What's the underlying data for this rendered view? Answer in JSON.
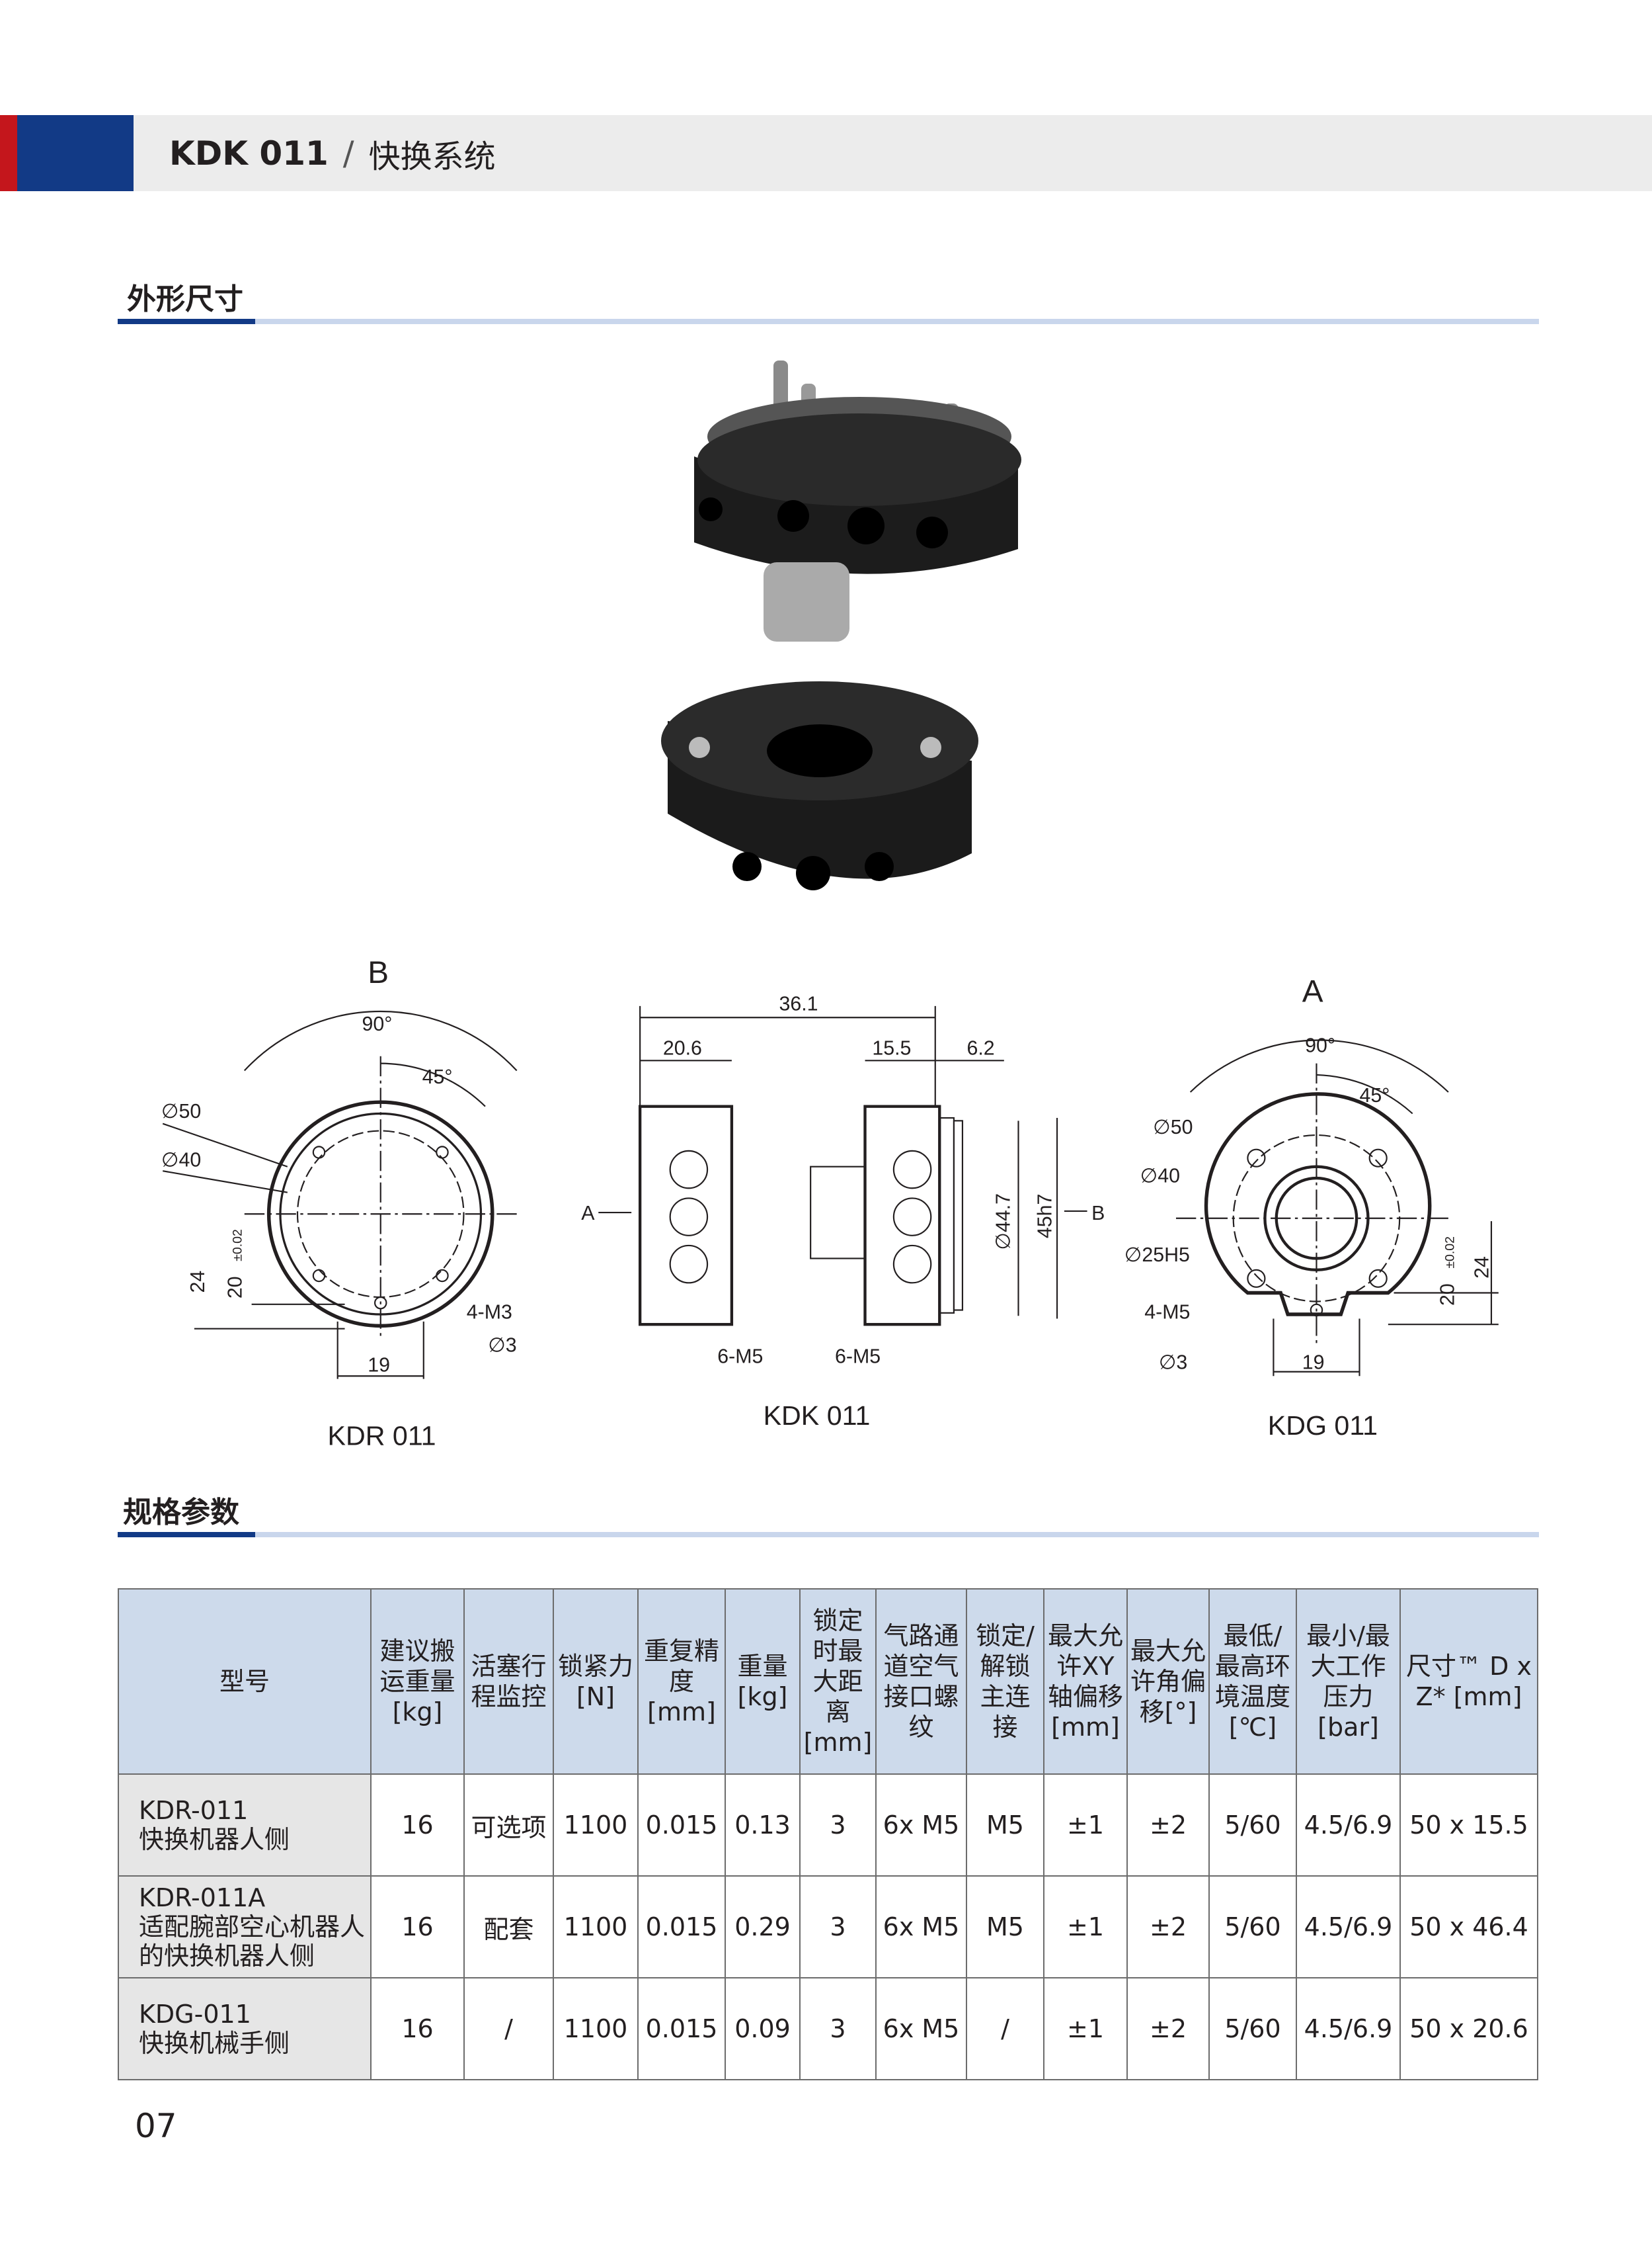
{
  "header": {
    "product": "KDK 011",
    "separator": "/",
    "subtitle": "快换系统"
  },
  "sections": {
    "dimensions": "外形尺寸",
    "specs": "规格参数"
  },
  "drawings": {
    "kdr": {
      "view": "B",
      "name": "KDR 011",
      "d50": "∅50",
      "d40": "∅40",
      "ang90": "90°",
      "ang45": "45°",
      "h24": "24",
      "h20": "20",
      "tol": "±0.02",
      "m3": "4-M3",
      "d3": "∅3",
      "w19": "19"
    },
    "kdk": {
      "name": "KDK 011",
      "total": "36.1",
      "w1": "20.6",
      "w2": "15.5",
      "w3": "6.2",
      "d447": "∅44.7",
      "h45": "45h7",
      "arrowA": "A",
      "arrowB": "B",
      "m5a": "6-M5",
      "m5b": "6-M5"
    },
    "kdg": {
      "view": "A",
      "name": "KDG 011",
      "d50": "∅50",
      "d40": "∅40",
      "d25": "∅25H5",
      "ang90": "90°",
      "ang45": "45°",
      "h24": "24",
      "h20": "20",
      "tol": "±0.02",
      "m5": "4-M5",
      "d3": "∅3",
      "w19": "19"
    }
  },
  "table": {
    "headers": [
      "型号",
      "建议搬运重量[kg]",
      "活塞行程监控",
      "锁紧力[N]",
      "重复精度[mm]",
      "重量[kg]",
      "锁定时最大距离[mm]",
      "气路通道空气接口螺纹",
      "锁定/解锁主连接",
      "最大允许XY轴偏移[mm]",
      "最大允许角偏移[°]",
      "最低/最高环境温度[℃]",
      "最小/最大工作压力[bar]",
      "尺寸™ D x Z* [mm]"
    ],
    "rows": [
      {
        "model": "KDR-011",
        "desc": "快换机器人侧",
        "cells": [
          "16",
          "可选项",
          "1100",
          "0.015",
          "0.13",
          "3",
          "6x M5",
          "M5",
          "±1",
          "±2",
          "5/60",
          "4.5/6.9",
          "50 x 15.5"
        ]
      },
      {
        "model": "KDR-011A",
        "desc": "适配腕部空心机器人的快换机器人侧",
        "cells": [
          "16",
          "配套",
          "1100",
          "0.015",
          "0.29",
          "3",
          "6x M5",
          "M5",
          "±1",
          "±2",
          "5/60",
          "4.5/6.9",
          "50 x 46.4"
        ]
      },
      {
        "model": "KDG-011",
        "desc": "快换机械手侧",
        "cells": [
          "16",
          "/",
          "1100",
          "0.015",
          "0.09",
          "3",
          "6x M5",
          "/",
          "±1",
          "±2",
          "5/60",
          "4.5/6.9",
          "50 x 20.6"
        ]
      }
    ]
  },
  "page_number": "07"
}
